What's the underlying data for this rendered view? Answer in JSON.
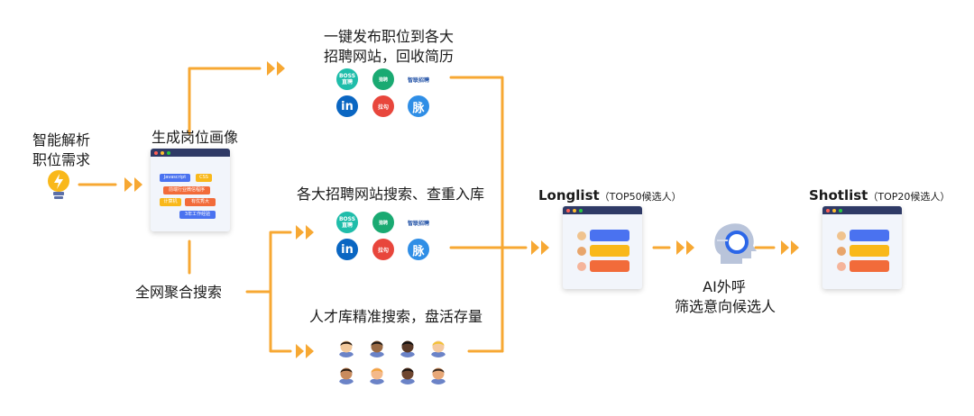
{
  "nodes": {
    "parse": {
      "line1": "智能解析",
      "line2": "职位需求"
    },
    "persona": {
      "label": "生成岗位画像"
    },
    "aggregate": {
      "label": "全网聚合搜索"
    },
    "publish": {
      "line1": "一键发布职位到各大",
      "line2": "招聘网站，回收简历"
    },
    "site_search": {
      "label": "各大招聘网站搜索、查重入库"
    },
    "talent": {
      "label": "人才库精准搜索，盘活存量"
    },
    "longlist": {
      "title": "Longlist",
      "sub": "（TOP50候选人）"
    },
    "ai_call": {
      "line1": "AI外呼",
      "line2": "筛选意向候选人"
    },
    "shortlist": {
      "title": "Shotlist",
      "sub": "（TOP20候选人）"
    }
  },
  "persona_tags": [
    "Javascript",
    "CSS",
    "前端行业微信程序",
    "计算机",
    "有优秀大",
    "3年工作经验"
  ],
  "logos": {
    "boss": {
      "line1": "BOSS",
      "line2": "直聘"
    },
    "liepin": {
      "text": "猎聘"
    },
    "zhilian": {
      "text": "智联招聘"
    },
    "linkedin": {
      "text": "in"
    },
    "lagou": {
      "text": "拉勾"
    },
    "maimai": {
      "text": "脉"
    }
  },
  "colors": {
    "arrow": "#f7a833",
    "window_bar": "#2f3a66",
    "bar_blue": "#4a72f0",
    "bar_yellow": "#f9b81a",
    "bar_orange": "#f26b3a",
    "boss": "#1fbdaa",
    "liepin": "#1aaa72",
    "linkedin": "#0a66c2",
    "lagou": "#e8463c",
    "maimai": "#2f8ee6"
  }
}
